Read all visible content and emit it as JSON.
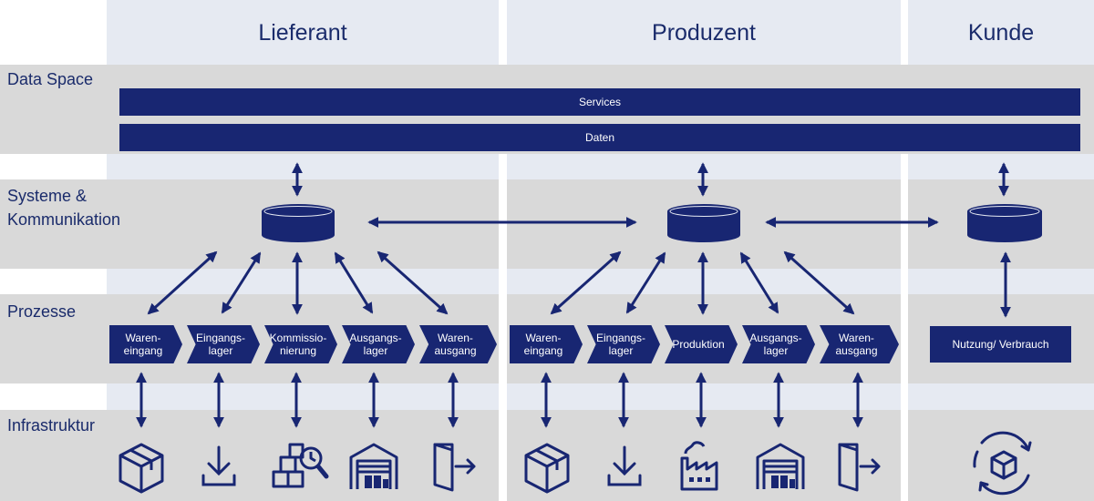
{
  "columns": {
    "supplier": "Lieferant",
    "producer": "Produzent",
    "customer": "Kunde"
  },
  "rows": {
    "data_space": "Data Space",
    "systems_line1": "Systeme &",
    "systems_line2": "Kommunikation",
    "processes": "Prozesse",
    "infrastructure": "Infrastruktur"
  },
  "bars": {
    "services": "Services",
    "data": "Daten"
  },
  "supplier_processes": [
    "Waren-\neingang",
    "Eingangs-\nlager",
    "Kommissio-\nnierung",
    "Ausgangs-\nlager",
    "Waren-\nausgang"
  ],
  "producer_processes": [
    "Waren-\neingang",
    "Eingangs-\nlager",
    "Produktion",
    "Ausgangs-\nlager",
    "Waren-\nausgang"
  ],
  "customer_process": "Nutzung/ Verbrauch",
  "colors": {
    "dark_blue": "#182672",
    "title_blue": "#1a2b6b",
    "band_gray": "#d9d9d9",
    "column_blue_gray": "#e6eaf2"
  },
  "icons": {
    "supplier": [
      "package-icon",
      "download-icon",
      "picking-icon",
      "warehouse-icon",
      "exit-icon"
    ],
    "producer": [
      "package-icon",
      "download-icon",
      "factory-icon",
      "warehouse-icon",
      "exit-icon"
    ],
    "customer": "recycle-package-icon"
  }
}
